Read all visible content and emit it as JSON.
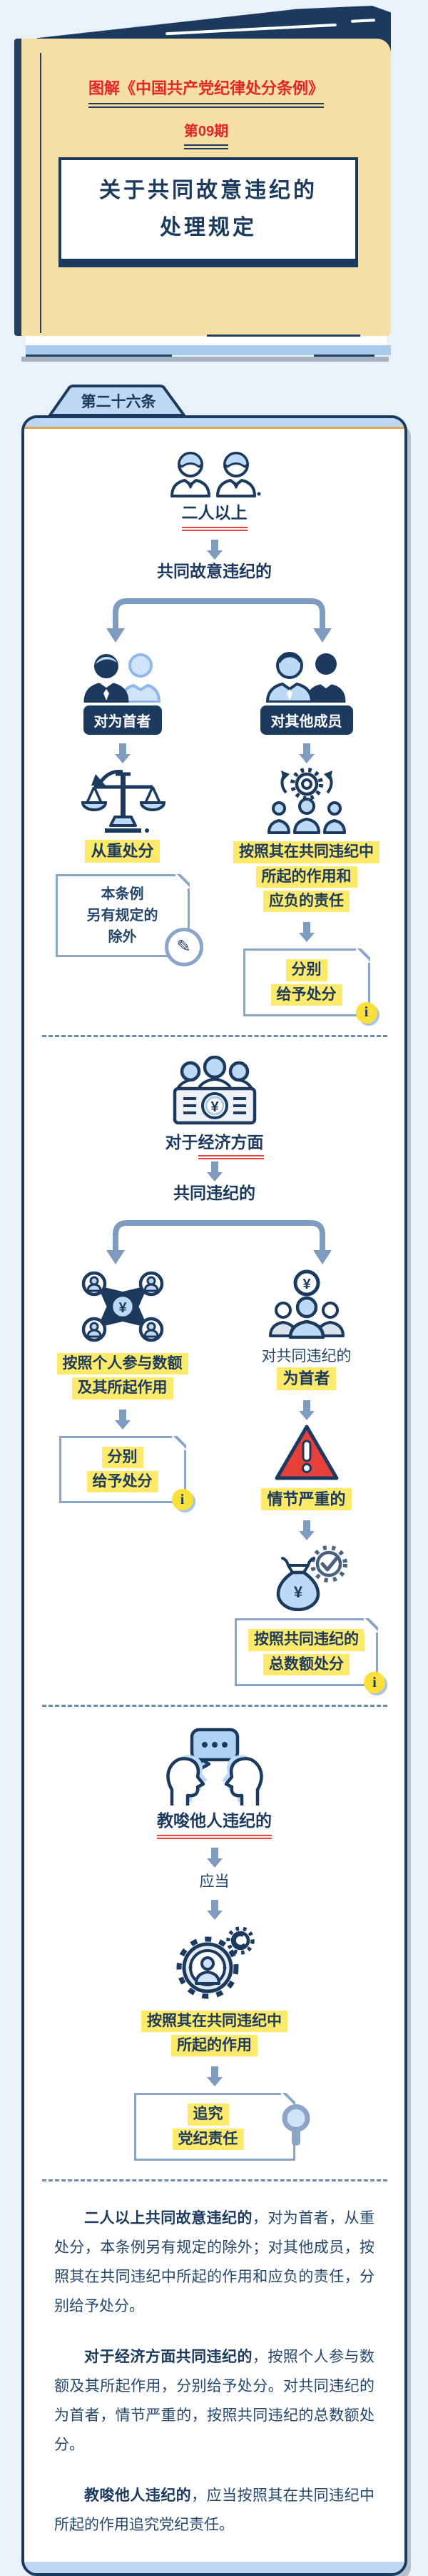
{
  "colors": {
    "navy": "#1c3a5e",
    "red_text": "#e42527",
    "red_underline": "#e8433f",
    "yellow_highlight": "#fde96a",
    "steel_blue_arrow": "#7d9cc0",
    "light_blue": "#bcd9f5",
    "tan_card": "#f6dfa5",
    "page_bg": "#e9f1fb",
    "note_border": "#8aa5c8",
    "warning_red": "#e6403a",
    "info_yellow": "#fbdf3a",
    "orange_rule": "#e0aa5a"
  },
  "icons": {
    "yuan": "¥",
    "info": "i",
    "pencil": "✎",
    "warning_mark": "!"
  },
  "header": {
    "series": "图解《中国共产党纪律处分条例》",
    "issue": "第09期",
    "title1": "关于共同故意违纪的",
    "title2": "处理规定"
  },
  "tab": {
    "label": "第二十六条"
  },
  "flow1": {
    "start": "二人以上",
    "cond": "共同故意违纪的",
    "left": {
      "subject": "对为首者",
      "action": "从重处分",
      "note": [
        "本条例",
        "另有规定的",
        "除外"
      ]
    },
    "right": {
      "subject": "对其他成员",
      "basis": [
        "按照其在共同违纪中",
        "所起的作用和",
        "应负的责任"
      ],
      "result": [
        "分别",
        "给予处分"
      ]
    }
  },
  "flow2": {
    "start_prefix": "对于",
    "start_underlined": "经济方面",
    "cond": "共同违纪的",
    "left": {
      "basis": [
        "按照个人参与数额",
        "及其所起作用"
      ],
      "result": [
        "分别",
        "给予处分"
      ]
    },
    "right": {
      "subject_plain": "对共同违纪的",
      "subject_bold": "为首者",
      "severity": "情节严重的",
      "result": [
        "按照共同违纪的",
        "总数额处分"
      ]
    }
  },
  "flow3": {
    "start": "教唆他人违纪的",
    "modal": "应当",
    "basis": [
      "按照其在共同违纪中",
      "所起的作用"
    ],
    "result": [
      "追究",
      "党纪责任"
    ]
  },
  "summary": {
    "p1": {
      "bold": "二人以上共同故意违纪的",
      "rest": "，对为首者，从重处分，本条例另有规定的除外；对其他成员，按照其在共同违纪中所起的作用和应负的责任，分别给予处分。"
    },
    "p2": {
      "bold": "对于经济方面共同违纪的",
      "rest": "，按照个人参与数额及其所起作用，分别给予处分。对共同违纪的为首者，情节严重的，按照共同违纪的总数额处分。"
    },
    "p3": {
      "bold": "教唆他人违纪的",
      "rest": "，应当按照其在共同违纪中所起的作用追究党纪责任。"
    }
  }
}
